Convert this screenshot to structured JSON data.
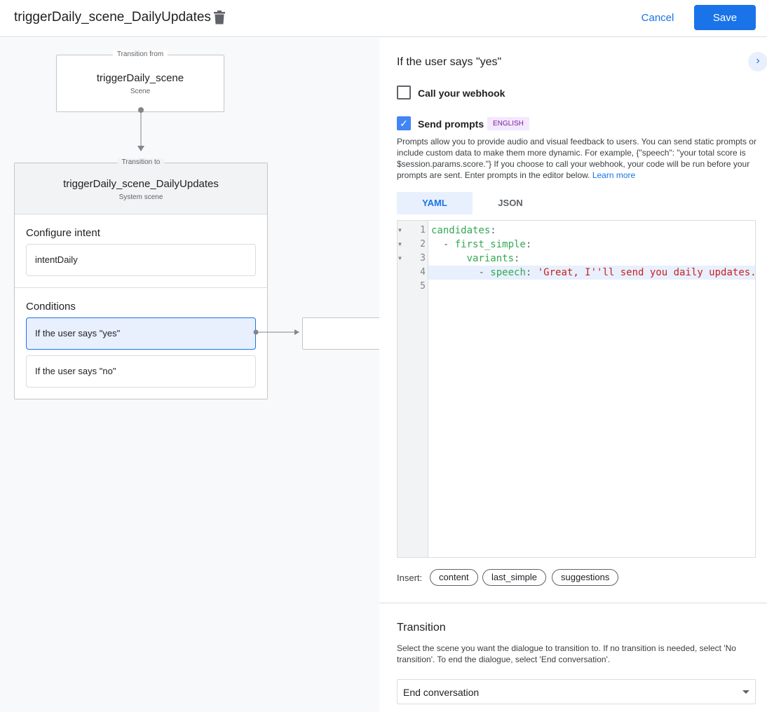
{
  "header": {
    "title": "triggerDaily_scene_DailyUpdates",
    "cancel": "Cancel",
    "save": "Save"
  },
  "canvas": {
    "from": {
      "legend": "Transition from",
      "name": "triggerDaily_scene",
      "sub": "Scene"
    },
    "to": {
      "legend": "Transition to",
      "name": "triggerDaily_scene_DailyUpdates",
      "sub": "System scene"
    },
    "intent_section": "Configure intent",
    "intent": "intentDaily",
    "conditions_section": "Conditions",
    "conditions": [
      "If the user says \"yes\"",
      "If the user says \"no\""
    ]
  },
  "panel": {
    "heading": "If the user says \"yes\"",
    "webhook_label": "Call your webhook",
    "webhook_checked": false,
    "prompts_label": "Send prompts",
    "prompts_checked": true,
    "language_badge": "ENGLISH",
    "description": "Prompts allow you to provide audio and visual feedback to users. You can send static prompts or include custom data to make them more dynamic. For example, {\"speech\": \"your total score is $session.params.score.\"} If you choose to call your webhook, your code will be run before your prompts are sent. Enter prompts in the editor below.",
    "learn_more": "Learn more",
    "tabs": [
      "YAML",
      "JSON"
    ],
    "active_tab": "YAML",
    "code_lines": [
      {
        "n": "1",
        "indent": "",
        "dash": "",
        "key": "candidates",
        "val": ""
      },
      {
        "n": "2",
        "indent": "  ",
        "dash": "- ",
        "key": "first_simple",
        "val": ""
      },
      {
        "n": "3",
        "indent": "      ",
        "dash": "",
        "key": "variants",
        "val": ""
      },
      {
        "n": "4",
        "indent": "        ",
        "dash": "- ",
        "key": "speech",
        "val": " 'Great, I''ll send you daily updates."
      },
      {
        "n": "5",
        "indent": "",
        "dash": "",
        "key": "",
        "val": ""
      }
    ],
    "insert_label": "Insert:",
    "insert_chips": [
      "content",
      "last_simple",
      "suggestions"
    ],
    "transition_heading": "Transition",
    "transition_desc": "Select the scene you want the dialogue to transition to. If no transition is needed, select 'No transition'. To end the dialogue, select 'End conversation'.",
    "transition_value": "End conversation"
  },
  "colors": {
    "accent": "#1a73e8",
    "selected_condition": "#e8f0fe",
    "badge": "#7b1fa2"
  }
}
